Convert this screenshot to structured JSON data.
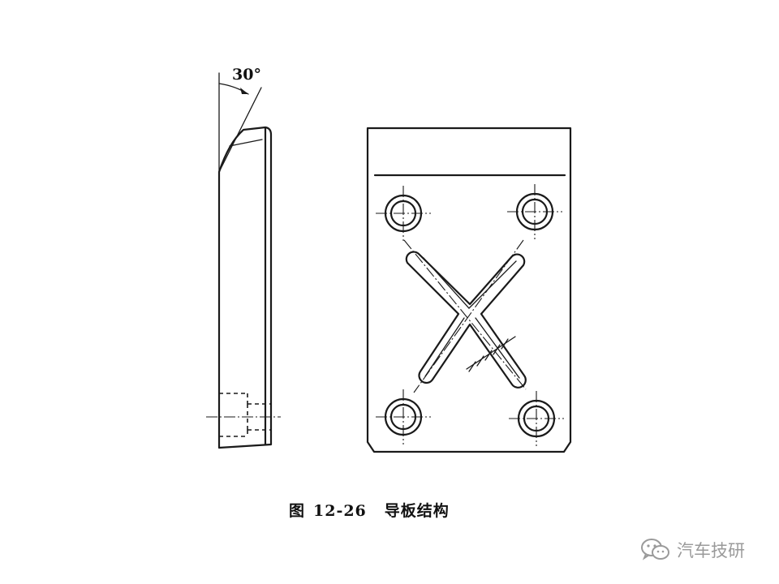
{
  "figure": {
    "angle_label": "30°",
    "caption_prefix": "图",
    "caption_number": "12-26",
    "caption_title": "导板结构"
  },
  "watermark": {
    "icon": "wechat-icon",
    "text": "汽车技研"
  }
}
